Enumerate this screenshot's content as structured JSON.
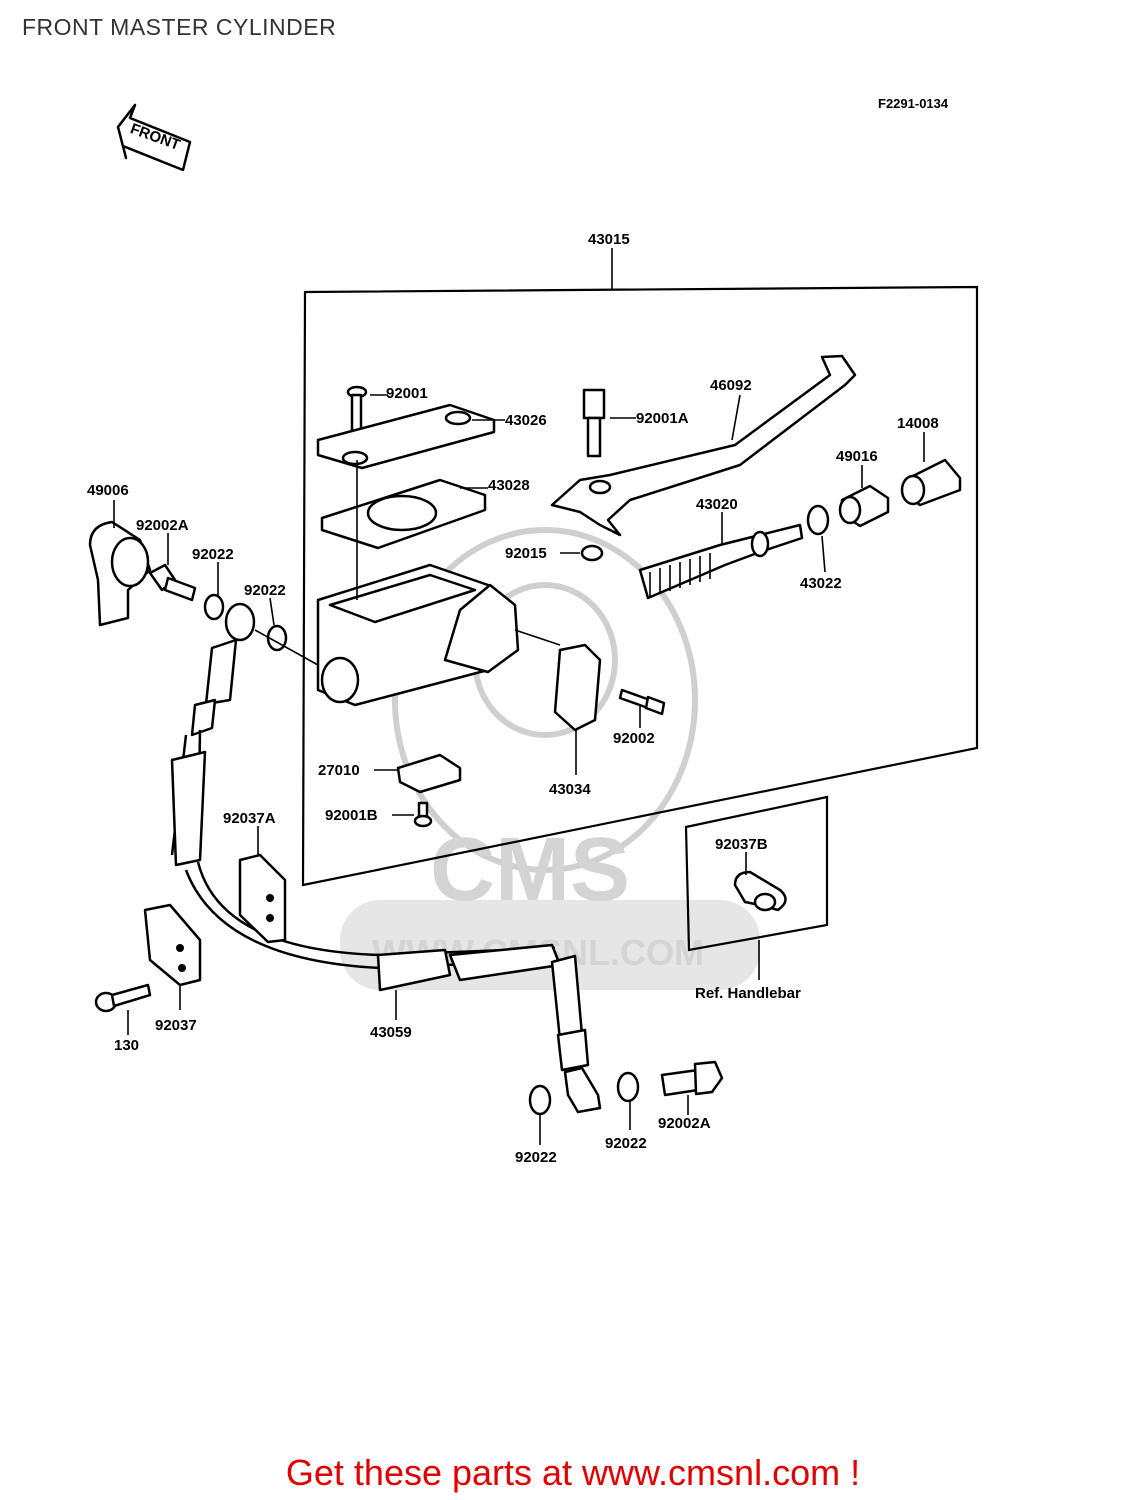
{
  "title": "FRONT MASTER CYLINDER",
  "diagram_code": "F2291-0134",
  "front_arrow_label": "FRONT",
  "watermark": {
    "brand": "CMS",
    "url": "WWW.CMSNL.COM"
  },
  "parts": {
    "p43015": "43015",
    "p92001": "92001",
    "p43026": "43026",
    "p92001A": "92001A",
    "p46092": "46092",
    "p14008": "14008",
    "p49016": "49016",
    "p43028": "43028",
    "p43020": "43020",
    "p49006": "49006",
    "p92002A_top": "92002A",
    "p92022_a": "92022",
    "p92022_b": "92022",
    "p92015": "92015",
    "p43022": "43022",
    "p92002": "92002",
    "p27010": "27010",
    "p43034": "43034",
    "p92001B": "92001B",
    "p92037A": "92037A",
    "p92037B": "92037B",
    "ref_handlebar": "Ref. Handlebar",
    "p130": "130",
    "p92037": "92037",
    "p43059": "43059",
    "p92022_c": "92022",
    "p92022_d": "92022",
    "p92002A_bottom": "92002A"
  },
  "cta": "Get these parts at www.cmsnl.com !"
}
